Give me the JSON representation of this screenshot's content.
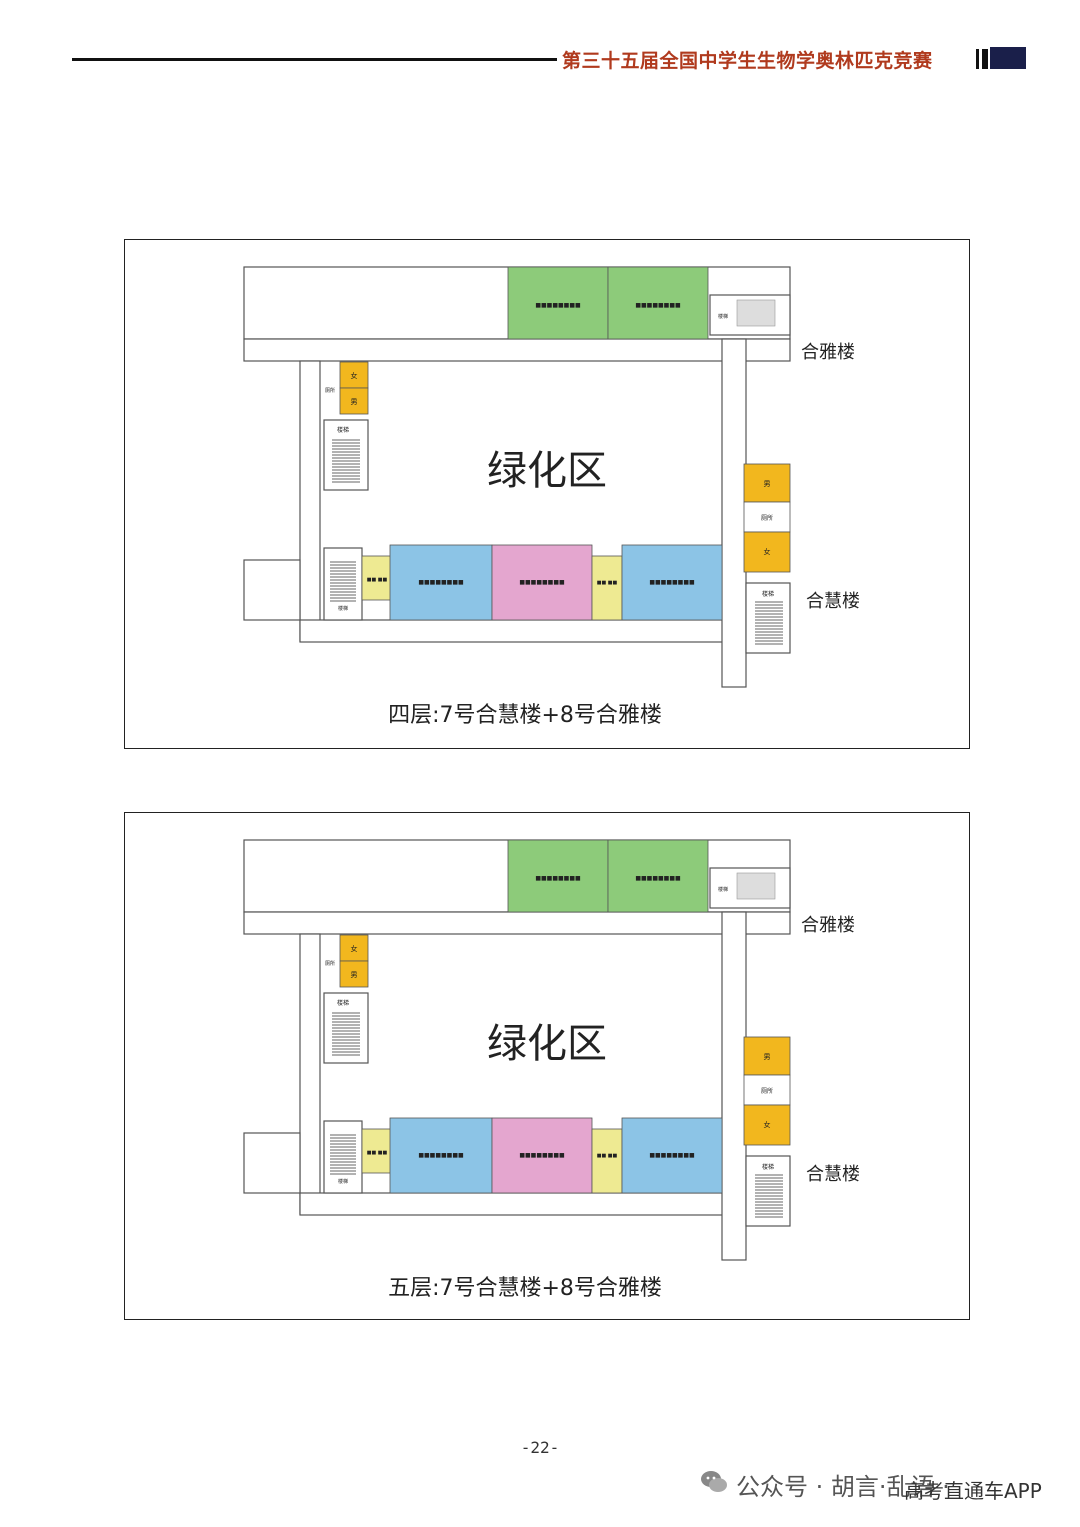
{
  "header": {
    "title": "第三十五届全国中学生生物学奥林匹克竞赛"
  },
  "plan_labels": {
    "building_8": "合雅楼",
    "building_7": "合慧楼",
    "green_area": "绿化区",
    "female": "女",
    "male": "男",
    "washroom": "厕所",
    "stairs": "楼梯",
    "room_tiny": "■■ ■■",
    "room_exam_a": "■■■■■■■■",
    "room_exam_b": "■■■■■■■■"
  },
  "floors": [
    {
      "caption": "四层:7号合慧楼+8号合雅楼"
    },
    {
      "caption": "五层:7号合慧楼+8号合雅楼"
    }
  ],
  "colors": {
    "green_room": "#8dcb7a",
    "blue_room": "#8cc4e6",
    "pink_room": "#e4a6cf",
    "yellow_room": "#eeea92",
    "toilet": "#f2b71e"
  },
  "footer": {
    "page_number": "-22-"
  },
  "watermark": {
    "text": "公众号 · 胡言·乱语 ·",
    "text2": "高考直通车APP"
  }
}
